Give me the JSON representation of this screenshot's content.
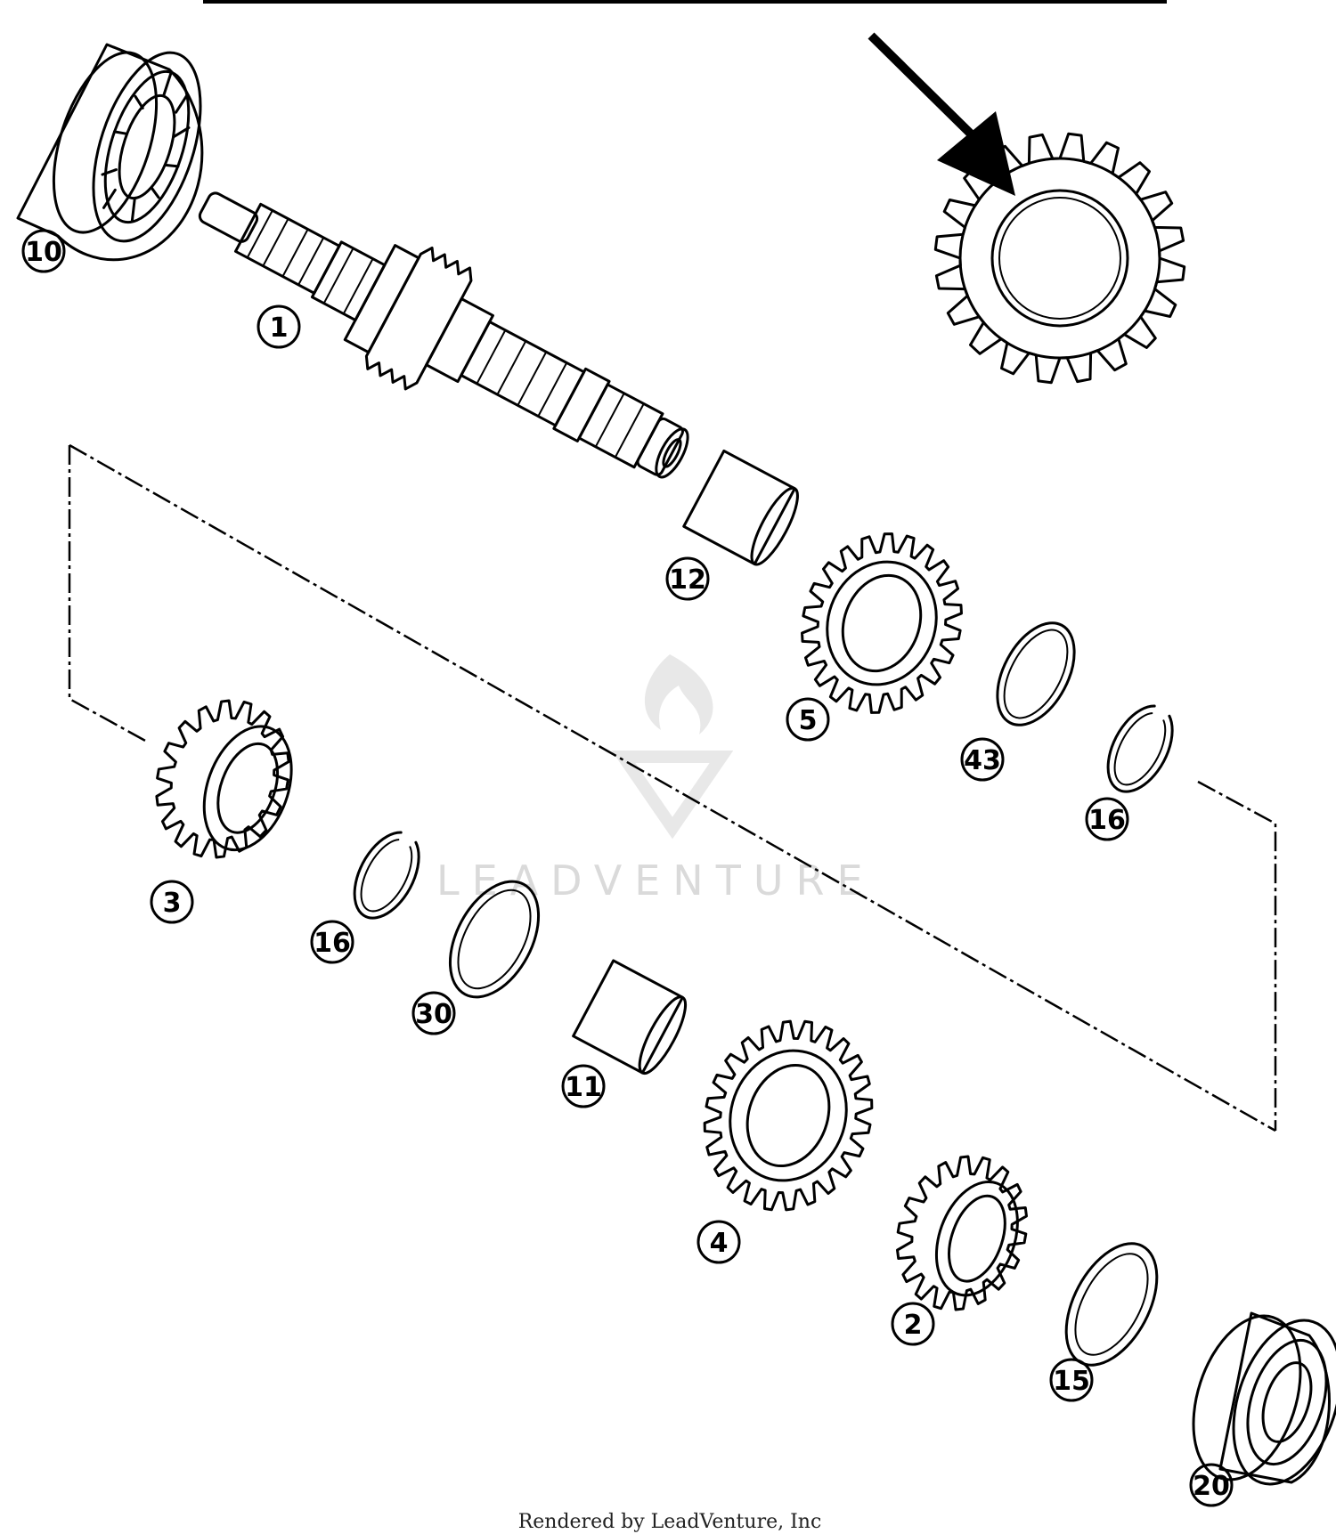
{
  "diagram": {
    "callouts": [
      {
        "id": "bearing-top",
        "label": "10"
      },
      {
        "id": "shaft",
        "label": "1"
      },
      {
        "id": "needle-bearing-upper",
        "label": "12"
      },
      {
        "id": "gear-5",
        "label": "5"
      },
      {
        "id": "washer-43",
        "label": "43"
      },
      {
        "id": "circlip-right",
        "label": "16"
      },
      {
        "id": "gear-3",
        "label": "3"
      },
      {
        "id": "circlip-left",
        "label": "16"
      },
      {
        "id": "washer-30",
        "label": "30"
      },
      {
        "id": "needle-bearing-lower",
        "label": "11"
      },
      {
        "id": "gear-4",
        "label": "4"
      },
      {
        "id": "gear-2",
        "label": "2"
      },
      {
        "id": "washer-15",
        "label": "15"
      },
      {
        "id": "bearing-bottom",
        "label": "20"
      }
    ]
  },
  "watermark": {
    "text": "LEADVENTURE"
  },
  "credit": {
    "text": "Rendered by LeadVenture, Inc"
  }
}
